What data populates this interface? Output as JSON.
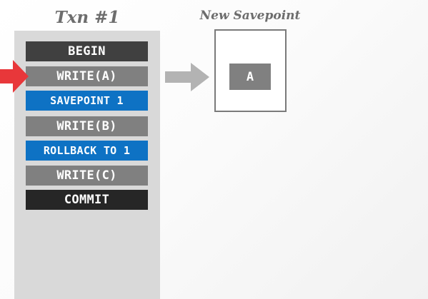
{
  "transaction": {
    "title": "Txn #1",
    "operations": [
      {
        "label": "BEGIN",
        "style": "dark"
      },
      {
        "label": "WRITE(A)",
        "style": "gray"
      },
      {
        "label": "SAVEPOINT 1",
        "style": "blue"
      },
      {
        "label": "WRITE(B)",
        "style": "gray"
      },
      {
        "label": "ROLLBACK TO 1",
        "style": "blue"
      },
      {
        "label": "WRITE(C)",
        "style": "gray"
      },
      {
        "label": "COMMIT",
        "style": "darkest"
      }
    ],
    "current_step_index": 1
  },
  "savepoint": {
    "title": "New Savepoint",
    "items": [
      "A"
    ]
  },
  "colors": {
    "panel": "#d9d9d9",
    "op_dark": "#404040",
    "op_darkest": "#262626",
    "op_gray": "#808080",
    "op_blue": "#0e72c4",
    "pointer_arrow": "#e8373a",
    "flow_arrow": "#b3b3b3",
    "title_text": "#6d6d6d"
  },
  "icons": {
    "pointer": "right-arrow-icon",
    "flow": "right-arrow-icon"
  }
}
